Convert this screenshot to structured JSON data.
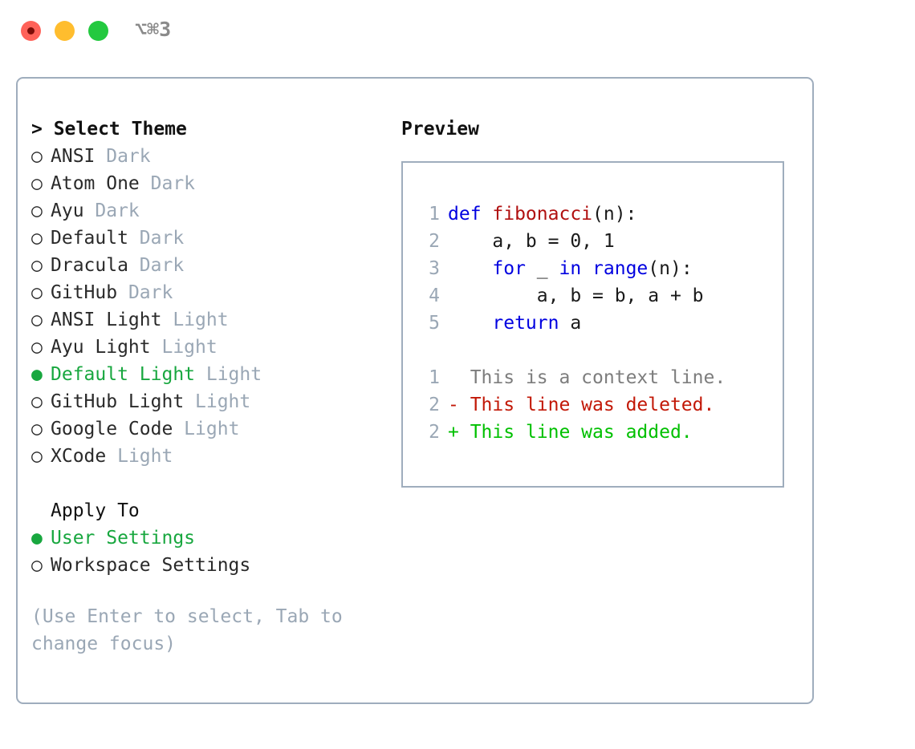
{
  "window": {
    "shortcut": "⌥⌘3",
    "traffic_lights": [
      {
        "name": "close-button",
        "color": "#ff6259"
      },
      {
        "name": "minimize-button",
        "color": "#ffbd2e"
      },
      {
        "name": "maximize-button",
        "color": "#23c93f"
      }
    ]
  },
  "theme_picker": {
    "header": "> Select Theme",
    "marker_selected": "●",
    "marker_unselected": "○",
    "items": [
      {
        "marker": "○",
        "name": "ANSI",
        "tag": "Dark",
        "selected": false
      },
      {
        "marker": "○",
        "name": "Atom One",
        "tag": "Dark",
        "selected": false
      },
      {
        "marker": "○",
        "name": "Ayu",
        "tag": "Dark",
        "selected": false
      },
      {
        "marker": "○",
        "name": "Default",
        "tag": "Dark",
        "selected": false
      },
      {
        "marker": "○",
        "name": "Dracula",
        "tag": "Dark",
        "selected": false
      },
      {
        "marker": "○",
        "name": "GitHub",
        "tag": "Dark",
        "selected": false
      },
      {
        "marker": "○",
        "name": "ANSI Light",
        "tag": "Light",
        "selected": false
      },
      {
        "marker": "○",
        "name": "Ayu Light",
        "tag": "Light",
        "selected": false
      },
      {
        "marker": "●",
        "name": "Default Light",
        "tag": "Light",
        "selected": true
      },
      {
        "marker": "○",
        "name": "GitHub Light",
        "tag": "Light",
        "selected": false
      },
      {
        "marker": "○",
        "name": "Google Code",
        "tag": "Light",
        "selected": false
      },
      {
        "marker": "○",
        "name": "XCode",
        "tag": "Light",
        "selected": false
      }
    ]
  },
  "apply_to": {
    "header": "Apply To",
    "options": [
      {
        "marker": "●",
        "name": "User Settings",
        "selected": true
      },
      {
        "marker": "○",
        "name": "Workspace Settings",
        "selected": false
      }
    ]
  },
  "hint": "(Use Enter to select, Tab to change focus)",
  "preview": {
    "title": "Preview",
    "code_lines": [
      {
        "lnum": "1",
        "segments": [
          {
            "t": "def ",
            "c": "kw"
          },
          {
            "t": "fibonacci",
            "c": "fn"
          },
          {
            "t": "(n):",
            "c": "plain"
          }
        ]
      },
      {
        "lnum": "2",
        "segments": [
          {
            "t": "    a, b = 0, 1",
            "c": "plain"
          }
        ]
      },
      {
        "lnum": "3",
        "segments": [
          {
            "t": "    ",
            "c": "plain"
          },
          {
            "t": "for",
            "c": "kw"
          },
          {
            "t": " _ ",
            "c": "plain"
          },
          {
            "t": "in",
            "c": "kw"
          },
          {
            "t": " ",
            "c": "plain"
          },
          {
            "t": "range",
            "c": "kw"
          },
          {
            "t": "(n):",
            "c": "plain"
          }
        ]
      },
      {
        "lnum": "4",
        "segments": [
          {
            "t": "        a, b = b, a + b",
            "c": "plain"
          }
        ]
      },
      {
        "lnum": "5",
        "segments": [
          {
            "t": "    ",
            "c": "plain"
          },
          {
            "t": "return",
            "c": "kw"
          },
          {
            "t": " a",
            "c": "plain"
          }
        ]
      }
    ],
    "diff_lines": [
      {
        "lnum": "1",
        "prefix": "  ",
        "text": "This is a context line.",
        "kind": "d-ctx"
      },
      {
        "lnum": "2",
        "prefix": "- ",
        "text": "This line was deleted.",
        "kind": "d-del"
      },
      {
        "lnum": "2",
        "prefix": "+ ",
        "text": "This line was added.",
        "kind": "d-add"
      }
    ]
  },
  "colors": {
    "accent_green": "#18a73f",
    "diff_add": "#00c000",
    "diff_del": "#c21807",
    "keyword_blue": "#0000e0",
    "function_red": "#b01010",
    "muted": "#9aa7b5",
    "border": "#9fadbd"
  }
}
